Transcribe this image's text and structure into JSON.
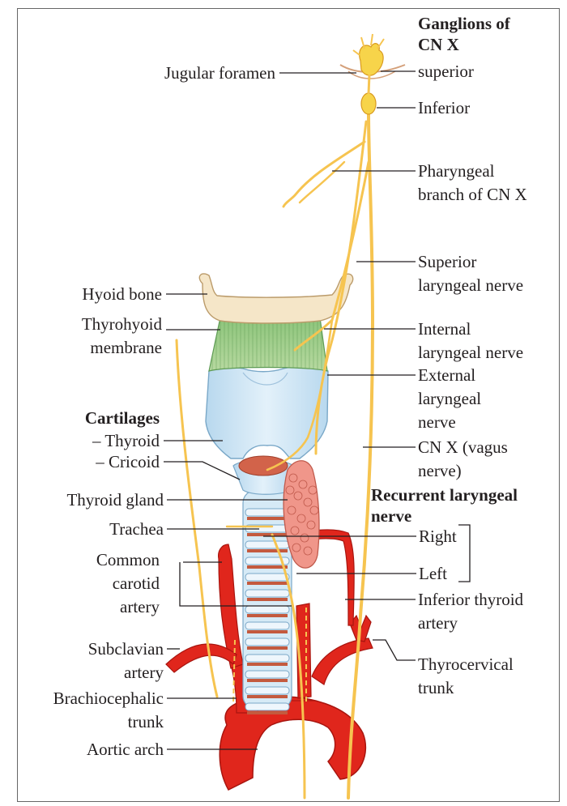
{
  "labels": {
    "ganglia_heading_1": "Ganglions of",
    "ganglia_heading_2": "CN X",
    "superior": "superior",
    "inferior": "Inferior",
    "jugular_foramen": "Jugular foramen",
    "pharyngeal_1": "Pharyngeal",
    "pharyngeal_2": "branch of CN X",
    "superior_laryngeal_1": "Superior",
    "superior_laryngeal_2": "laryngeal nerve",
    "hyoid_bone": "Hyoid bone",
    "thyrohyoid_1": "Thyrohyoid",
    "thyrohyoid_2": "membrane",
    "internal_laryngeal_1": "Internal",
    "internal_laryngeal_2": "laryngeal nerve",
    "external_laryngeal_1": "External",
    "external_laryngeal_2": "laryngeal",
    "external_laryngeal_3": "nerve",
    "cartilages": "Cartilages",
    "thyroid_cartilage": "– Thyroid",
    "cricoid_cartilage": "– Cricoid",
    "vagus_1": "CN X (vagus",
    "vagus_2": "nerve)",
    "thyroid_gland": "Thyroid gland",
    "recurrent_1": "Recurrent laryngeal",
    "recurrent_2": "nerve",
    "trachea": "Trachea",
    "right": "Right",
    "left": "Left",
    "common_carotid_1": "Common",
    "common_carotid_2": "carotid",
    "common_carotid_3": "artery",
    "inferior_thyroid_1": "Inferior thyroid",
    "inferior_thyroid_2": "artery",
    "subclavian_1": "Subclavian",
    "subclavian_2": "artery",
    "thyrocervical_1": "Thyrocervical",
    "thyrocervical_2": "trunk",
    "brachiocephalic_1": "Brachiocephalic",
    "brachiocephalic_2": "trunk",
    "aortic_arch": "Aortic arch"
  },
  "colors": {
    "nerve": "#f6c450",
    "nerve_outline": "#d99a1e",
    "artery": "#e0261c",
    "artery_dark": "#a8150f",
    "bone": "#f5e6c8",
    "membrane": "#8fc07a",
    "cartilage": "#cfe6f5",
    "thyroid_gland": "#f0968a",
    "ganglion": "#f7d44a"
  }
}
